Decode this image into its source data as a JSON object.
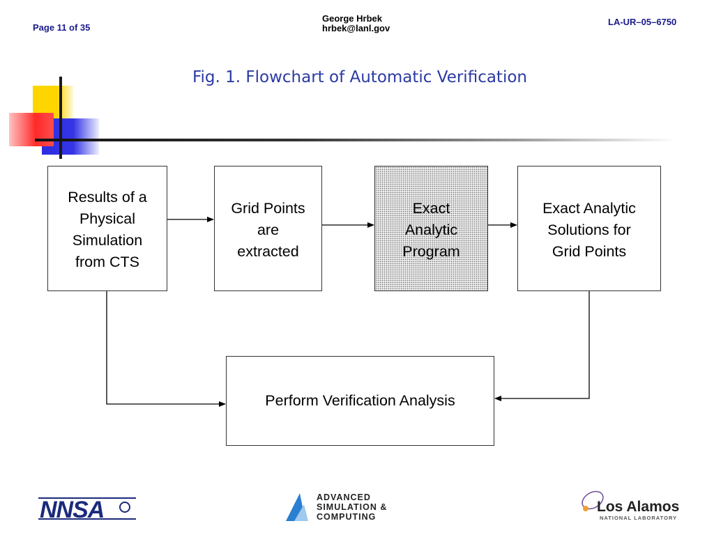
{
  "header": {
    "page_number": "Page 11 of 35",
    "author_name": "George Hrbek",
    "author_email": "hrbek@lanl.gov",
    "document_id": "LA-UR–05–6750"
  },
  "figure": {
    "title": "Fig. 1. Flowchart of Automatic Verification"
  },
  "flowchart": {
    "nodes": [
      {
        "id": "results",
        "label": "Results of a\n Physical\nSimulation\nfrom CTS"
      },
      {
        "id": "grid",
        "label": "Grid Points\nare\nextracted"
      },
      {
        "id": "exact",
        "label": "Exact\nAnalytic\nProgram"
      },
      {
        "id": "solutions",
        "label": "Exact Analytic\n Solutions for\nGrid Points"
      },
      {
        "id": "perform",
        "label": "Perform Verification Analysis"
      }
    ],
    "edges": [
      [
        "results",
        "grid"
      ],
      [
        "grid",
        "exact"
      ],
      [
        "exact",
        "solutions"
      ],
      [
        "results",
        "perform"
      ],
      [
        "solutions",
        "perform"
      ]
    ]
  },
  "footer": {
    "logos": {
      "nnsa": "NNSA",
      "asc_line1": "ADVANCED",
      "asc_line2": "SIMULATION &",
      "asc_line3": "COMPUTING",
      "lanl_name": "Los Alamos",
      "lanl_sub": "NATIONAL LABORATORY"
    }
  },
  "colors": {
    "header_text": "#1a1a8c",
    "title_text": "#2b3aa3",
    "deco_yellow": "#ffd500",
    "deco_red": "#ff2a2a",
    "deco_blue": "#2d2de0"
  }
}
